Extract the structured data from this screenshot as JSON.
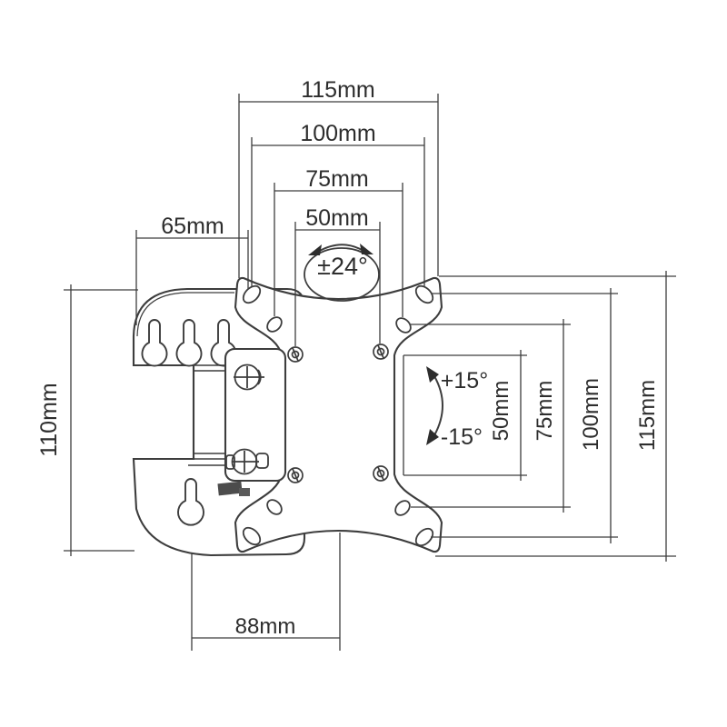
{
  "title": "Tilting TV wall mount bracket dimensional drawing",
  "colors": {
    "background": "#ffffff",
    "line": "#3d3d3d",
    "text": "#2d2d2d",
    "dark_fill": "#4c4c4c"
  },
  "dimensions": {
    "vesa_width_115": "115mm",
    "vesa_width_100": "100mm",
    "vesa_width_75": "75mm",
    "vesa_width_50": "50mm",
    "wall_plate_offset_65": "65mm",
    "wall_plate_height_110": "110mm",
    "bottom_offset_88": "88mm",
    "vesa_height_50": "50mm",
    "vesa_height_75": "75mm",
    "vesa_height_100": "100mm",
    "vesa_height_115": "115mm"
  },
  "angles": {
    "swivel_range": "±24°",
    "tilt_up": "+15°",
    "tilt_down": "-15°"
  }
}
